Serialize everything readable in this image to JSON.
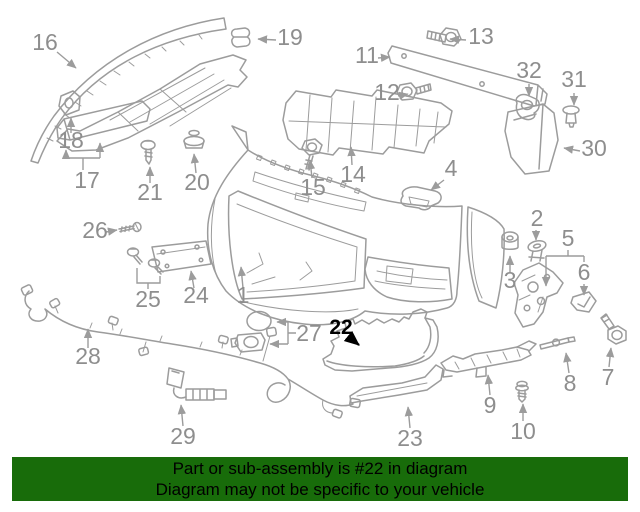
{
  "diagram": {
    "highlighted_callout": "22",
    "colors": {
      "line": "#9C9C9C",
      "label": "#8E8E8E",
      "highlight_fill": "#2F7512",
      "highlight_outline": "#000000",
      "banner_bg": "#186C0A",
      "banner_text": "#000000"
    },
    "callouts": {
      "c1": "1",
      "c2": "2",
      "c3": "3",
      "c4": "4",
      "c5": "5",
      "c6": "6",
      "c7": "7",
      "c8": "8",
      "c9": "9",
      "c10": "10",
      "c11": "11",
      "c12": "12",
      "c13": "13",
      "c14": "14",
      "c15": "15",
      "c16": "16",
      "c17": "17",
      "c18": "18",
      "c19": "19",
      "c20": "20",
      "c21": "21",
      "c22": "22",
      "c23": "23",
      "c24": "24",
      "c25": "25",
      "c26": "26",
      "c27": "27",
      "c28": "28",
      "c29": "29",
      "c30": "30",
      "c31": "31",
      "c32": "32"
    }
  },
  "banner": {
    "line1": "Part or sub-assembly is #22 in diagram",
    "line2": "Diagram may not be specific to your vehicle"
  }
}
